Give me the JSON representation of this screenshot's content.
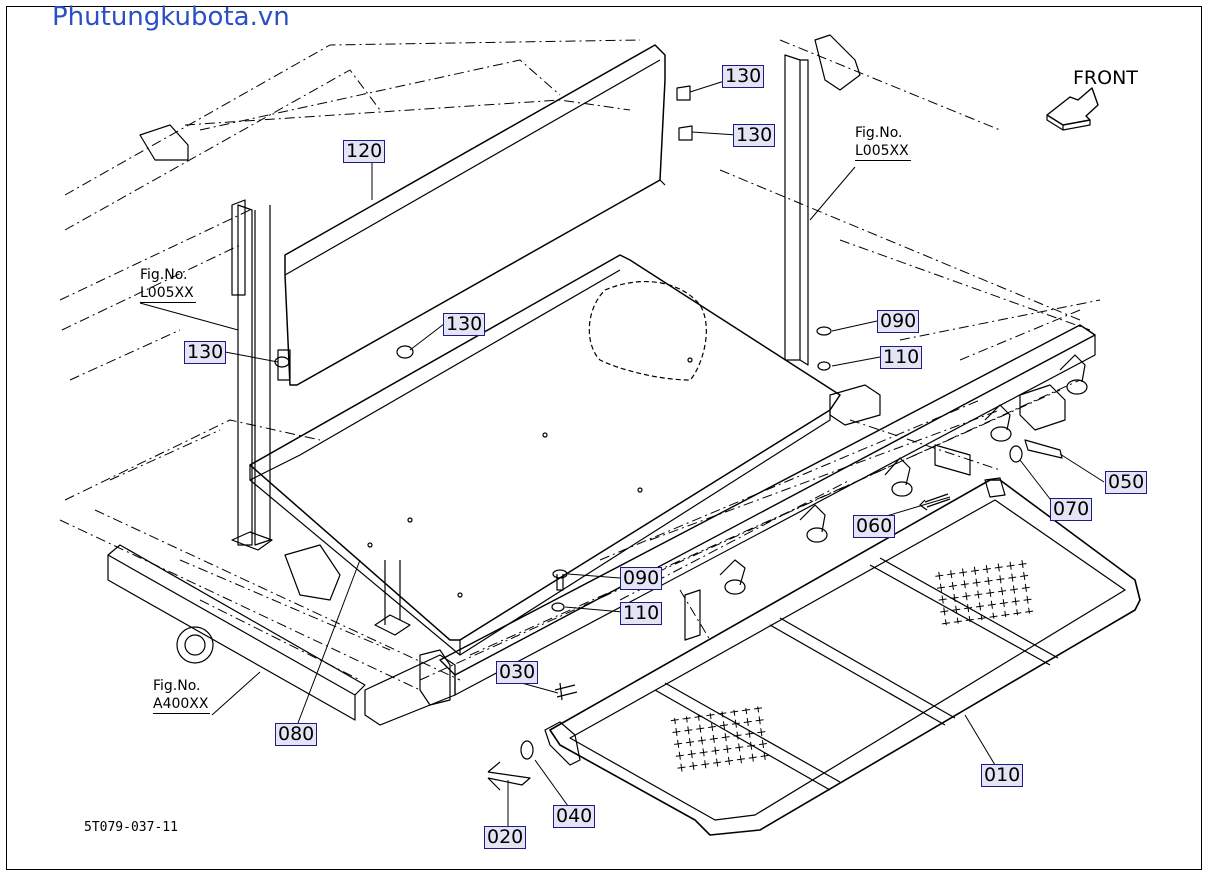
{
  "watermark": "Phutungkubota.vn",
  "direction_label": "FRONT",
  "drawing_number": "5T079-037-11",
  "figure_references": [
    {
      "line1": "Fig.No.",
      "line2": "L005XX"
    },
    {
      "line1": "Fig.No.",
      "line2": "L005XX"
    },
    {
      "line1": "Fig.No.",
      "line2": "A400XX"
    }
  ],
  "callouts": [
    "130",
    "130",
    "120",
    "130",
    "130",
    "090",
    "110",
    "050",
    "070",
    "060",
    "090",
    "110",
    "030",
    "080",
    "010",
    "040",
    "020"
  ],
  "colors": {
    "watermark": "#2b4fc4",
    "callout_border": "#1b1b8a",
    "callout_fill": "#e4e4f5",
    "line": "#000000"
  }
}
